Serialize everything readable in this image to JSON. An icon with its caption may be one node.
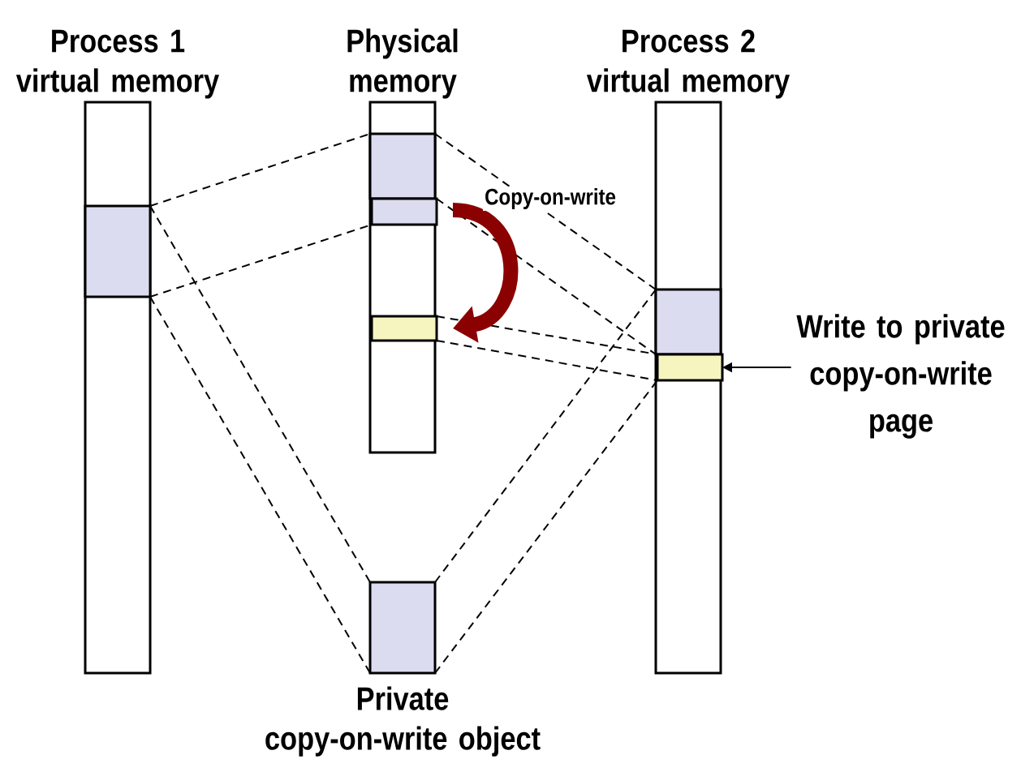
{
  "diagram": {
    "nodes": [
      {
        "text": [
          "Process 1 virtual memory"
        ]
      },
      {
        "text": [
          "Physical memory"
        ]
      },
      {
        "text": [
          "Process 2 virtual memory"
        ]
      },
      {
        "text": [],
        "shape": "box",
        "in": 0
      },
      {
        "text": [],
        "shape": "box",
        "in": 1
      },
      {
        "text": [],
        "shape": "box",
        "in": 1
      },
      {
        "text": [],
        "shape": "box",
        "in": 1
      },
      {
        "text": [],
        "shape": "box",
        "in": 2
      },
      {
        "text": [],
        "shape": "box",
        "in": 2
      },
      {
        "text": [
          "Private copy-on-write object"
        ]
      },
      {
        "text": [
          "Write to private copy-on-write page"
        ]
      }
    ],
    "edges": [
      {
        "from": 3,
        "to": 4,
        "arrow": "none",
        "style": "dashed"
      },
      {
        "from": 3,
        "to": 5,
        "arrow": "none",
        "style": "dashed"
      },
      {
        "from": 3,
        "to": 9,
        "arrow": "none",
        "style": "dashed"
      },
      {
        "from": 3,
        "to": 9,
        "arrow": "none",
        "style": "dashed"
      },
      {
        "from": 4,
        "to": 7,
        "arrow": "none",
        "style": "dashed"
      },
      {
        "from": 5,
        "to": 7,
        "arrow": "none",
        "style": "dashed"
      },
      {
        "from": 6,
        "to": 8,
        "arrow": "none",
        "style": "dashed"
      },
      {
        "from": 6,
        "to": 8,
        "arrow": "none",
        "style": "dashed"
      },
      {
        "from": 9,
        "to": 7,
        "arrow": "none",
        "style": "dashed"
      },
      {
        "from": 9,
        "to": 8,
        "arrow": "none",
        "style": "dashed"
      },
      {
        "from": 5,
        "to": 6,
        "arrow": "to",
        "style": "thick",
        "color": "#8b0000",
        "label": "Copy-on-write"
      },
      {
        "from": 10,
        "to": 8,
        "arrow": "to"
      }
    ]
  }
}
